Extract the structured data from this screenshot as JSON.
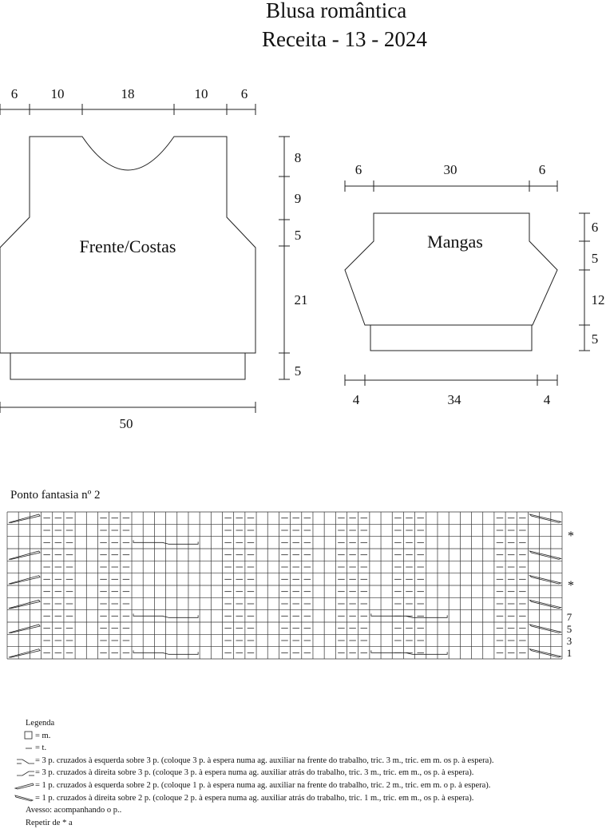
{
  "header": {
    "title_line1": "Blusa romântica",
    "title_line2": "Receita - 13 - 2024"
  },
  "front_back": {
    "label": "Frente/Costas",
    "width_segments": [
      "6",
      "10",
      "18",
      "10",
      "6"
    ],
    "height_segments": [
      "8",
      "9",
      "5",
      "21",
      "5"
    ],
    "total_width": "50"
  },
  "sleeves": {
    "label": "Mangas",
    "top_segments": [
      "6",
      "30",
      "6"
    ],
    "height_segments": [
      "6",
      "5",
      "12",
      "5"
    ],
    "bottom_segments": [
      "4",
      "34",
      "4"
    ]
  },
  "pattern": {
    "title": "Ponto fantasia nº 2",
    "repeat_marker": "*",
    "row_numbers": [
      "7",
      "5",
      "3",
      "1"
    ]
  },
  "legend": {
    "title": "Legenda",
    "items": [
      {
        "symbol": "square",
        "text": "= m."
      },
      {
        "symbol": "dash",
        "text": "= t."
      },
      {
        "symbol": "cross-left-3",
        "text": "= 3 p. cruzados à esquerda sobre 3 p. (coloque 3 p. à espera numa ag. auxiliar na frente do trabalho, tric. 3 m., tric. em m. os p. à espera)."
      },
      {
        "symbol": "cross-right-3",
        "text": "= 3 p. cruzados à direita sobre 3 p. (coloque 3 p. à espera numa ag. auxiliar atrás do trabalho, tric. 3 m., tric. em m., os p. à espera)."
      },
      {
        "symbol": "cross-left-1",
        "text": "= 1 p. cruzados à esquerda sobre 2 p. (coloque 1 p. à espera numa ag. auxiliar na frente do trabalho, tric. 2 m., tric. em m. o p. à espera)."
      },
      {
        "symbol": "cross-right-1",
        "text": "= 1 p. cruzados à direita sobre 2 p. (coloque 2 p. à espera numa ag. auxiliar atrás do trabalho, tric. 1 m., tric. em m., os p. à espera)."
      }
    ],
    "note_reverse": "Avesso: acompanhando o p..",
    "note_repeat": "Repetir de * a"
  }
}
